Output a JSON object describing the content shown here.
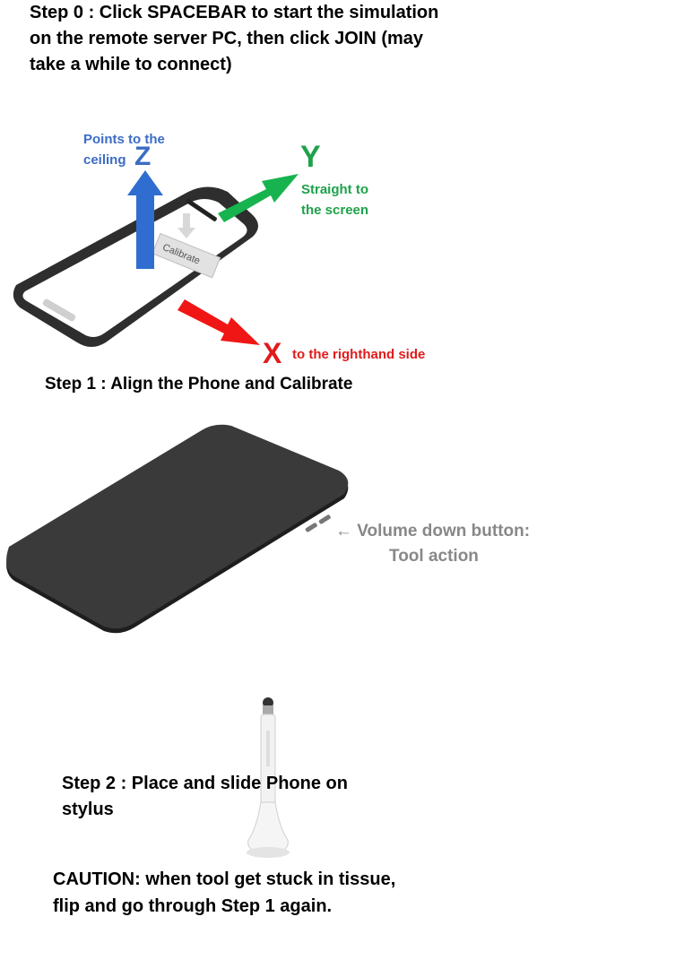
{
  "step0": {
    "line1": "Step 0 : Click SPACEBAR to start the simulation",
    "line2": "on the remote server PC, then click JOIN (may",
    "line3": "take a while to connect)"
  },
  "axes": {
    "z": {
      "letter": "Z",
      "desc_line1": "Points to the",
      "desc_line2": "ceiling",
      "color": "#3c6cc4"
    },
    "y": {
      "letter": "Y",
      "desc_line1": "Straight to",
      "desc_line2": "the screen",
      "color": "#1ea24a"
    },
    "x": {
      "letter": "X",
      "desc": "to the righthand side",
      "color": "#e01b1b"
    },
    "calibrate_label": "Calibrate"
  },
  "step1": {
    "text": "Step 1 : Align the Phone and Calibrate"
  },
  "volume": {
    "line1": "Volume down button:",
    "line2": "Tool action",
    "arrow": "←"
  },
  "step2": {
    "line1": "Step 2 : Place and slide Phone on",
    "line2": "stylus"
  },
  "caution": {
    "line1": "CAUTION:  when tool get stuck in tissue,",
    "line2": "flip and go through Step 1 again."
  }
}
